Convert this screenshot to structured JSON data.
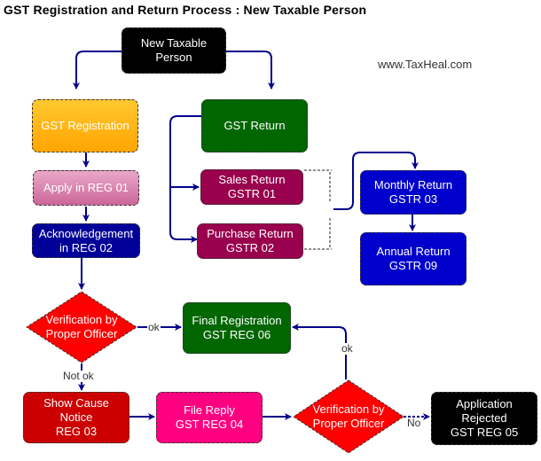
{
  "title": "GST Registration and Return Process : New Taxable Person",
  "website": "www.TaxHeal.com",
  "colors": {
    "connector": "#00008b",
    "black": "#000000",
    "orange": "#ffae00",
    "pink_light": "#d873a5",
    "navy": "#000099",
    "green": "#006600",
    "maroon": "#99004d",
    "blue": "#0000cc",
    "red": "#ff0000",
    "dark_red": "#cc0000",
    "magenta": "#ff0080"
  },
  "nodes": {
    "new_taxable_person": "New Taxable\nPerson",
    "gst_registration": "GST Registration",
    "apply_reg01": "Apply in REG 01",
    "ack_reg02": "Acknowledgement\nin REG 02",
    "verification_1": "Verification by\nProper Officer",
    "final_registration": "Final Registration\nGST REG 06",
    "show_cause": "Show Cause\nNotice\nREG 03",
    "file_reply": "File Reply\nGST REG 04",
    "verification_2": "Verification by\nProper Officer",
    "application_rejected": "Application\nRejected\nGST REG 05",
    "gst_return": "GST Return",
    "sales_return": "Sales Return\nGSTR 01",
    "purchase_return": "Purchase Return\nGSTR 02",
    "monthly_return": "Monthly Return\nGSTR 03",
    "annual_return": "Annual Return\nGSTR 09"
  },
  "edge_labels": {
    "ok_1": "ok",
    "not_ok": "Not ok",
    "ok_2": "ok",
    "no": "No"
  }
}
